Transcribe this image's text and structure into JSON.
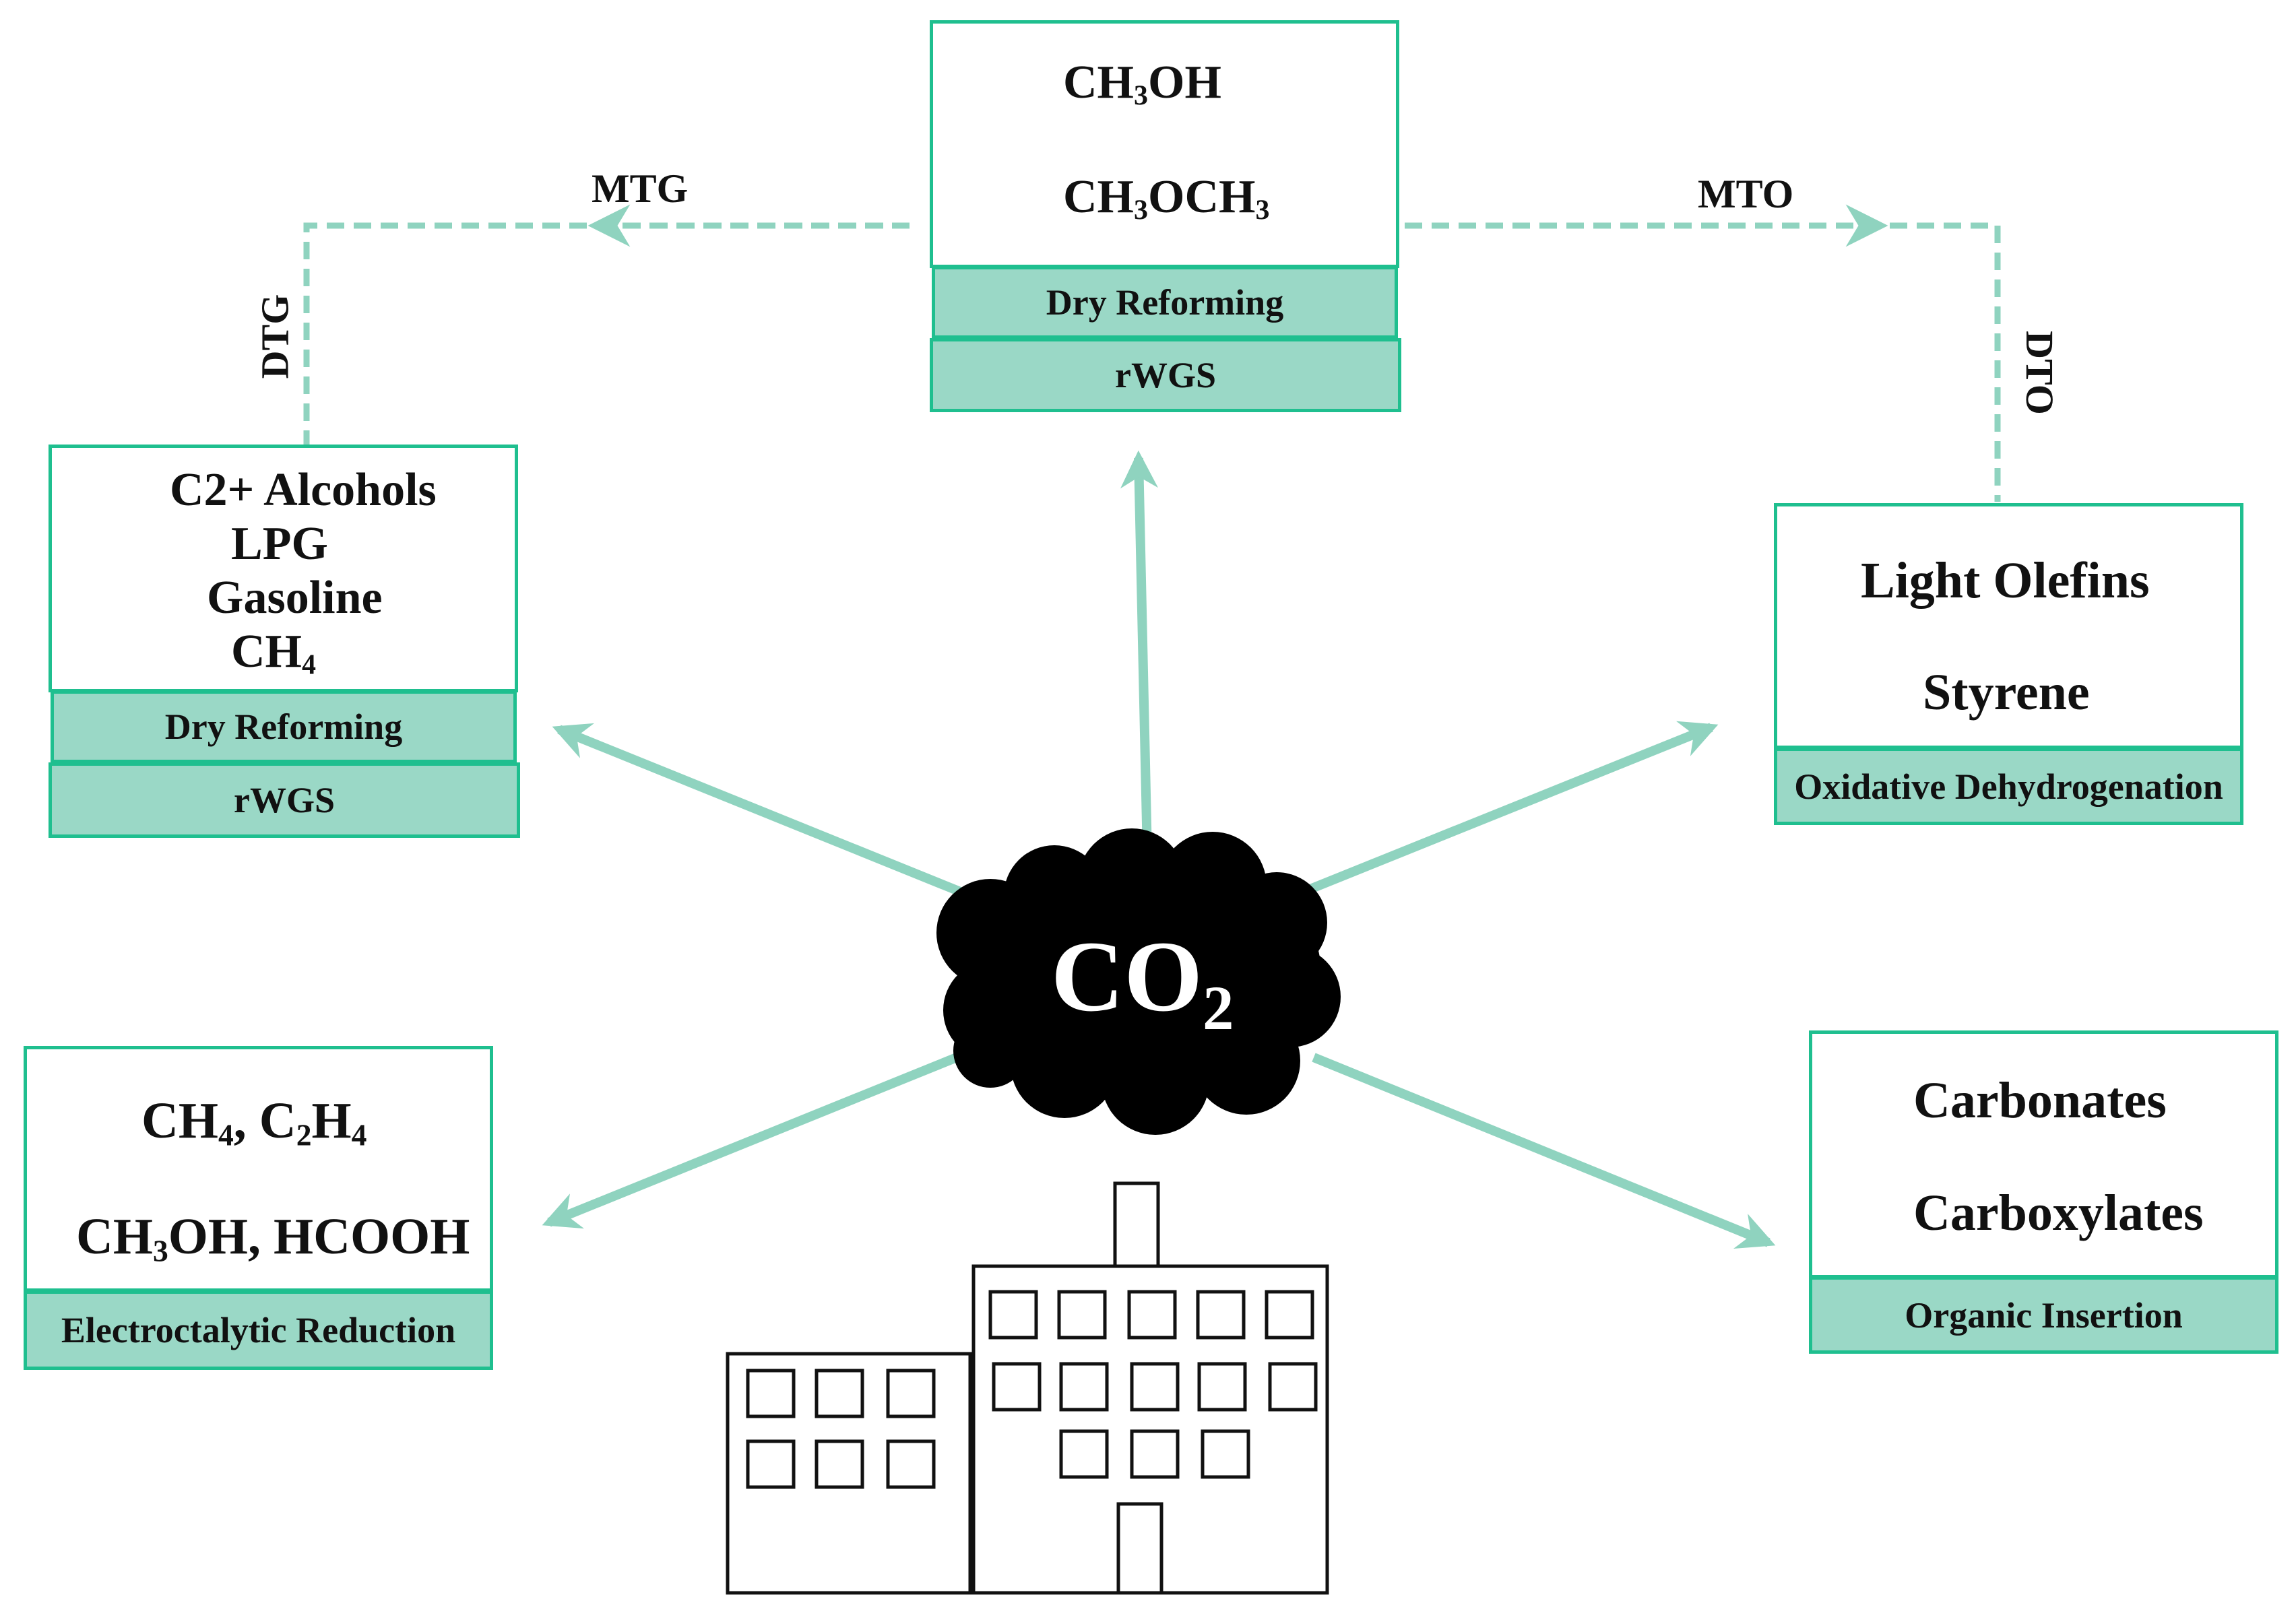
{
  "colors": {
    "accent": "#1fbf8f",
    "band": "#9ad8c6",
    "arrow": "#8fd3bf",
    "cloud": "#000000"
  },
  "center": {
    "main": "CO",
    "sub": "2"
  },
  "top_box": {
    "line1": {
      "a": "CH",
      "sub": "3",
      "b": "OH"
    },
    "line2": {
      "a": "CH",
      "sub1": "3",
      "b": "OCH",
      "sub2": "3"
    },
    "band1": "Dry Reforming",
    "band2": "rWGS"
  },
  "left_box": {
    "lines": [
      "C2+ Alcohols",
      "LPG",
      "Gasoline"
    ],
    "ch4": {
      "a": "CH",
      "sub": "4"
    },
    "band1": "Dry Reforming",
    "band2": "rWGS"
  },
  "right_box": {
    "line1": "Light Olefins",
    "line2": "Styrene",
    "band": "Oxidative Dehydrogenation"
  },
  "bottom_left_box": {
    "line1": {
      "a": "CH",
      "s1": "4",
      "b": ", C",
      "s2": "2",
      "c": "H",
      "s3": "4"
    },
    "line2": {
      "a": "CH",
      "s1": "3",
      "b": "OH, HCOOH"
    },
    "band": "Electroctalytic Reduction"
  },
  "bottom_right_box": {
    "line1": "Carbonates",
    "line2": "Carboxylates",
    "band": "Organic Insertion"
  },
  "routes": {
    "mtg": "MTG",
    "mto": "MTO",
    "dtg": "DTG",
    "dto": "DTO"
  },
  "icons": {
    "cloud": "cloud-icon",
    "factory": "factory-building-icon"
  }
}
